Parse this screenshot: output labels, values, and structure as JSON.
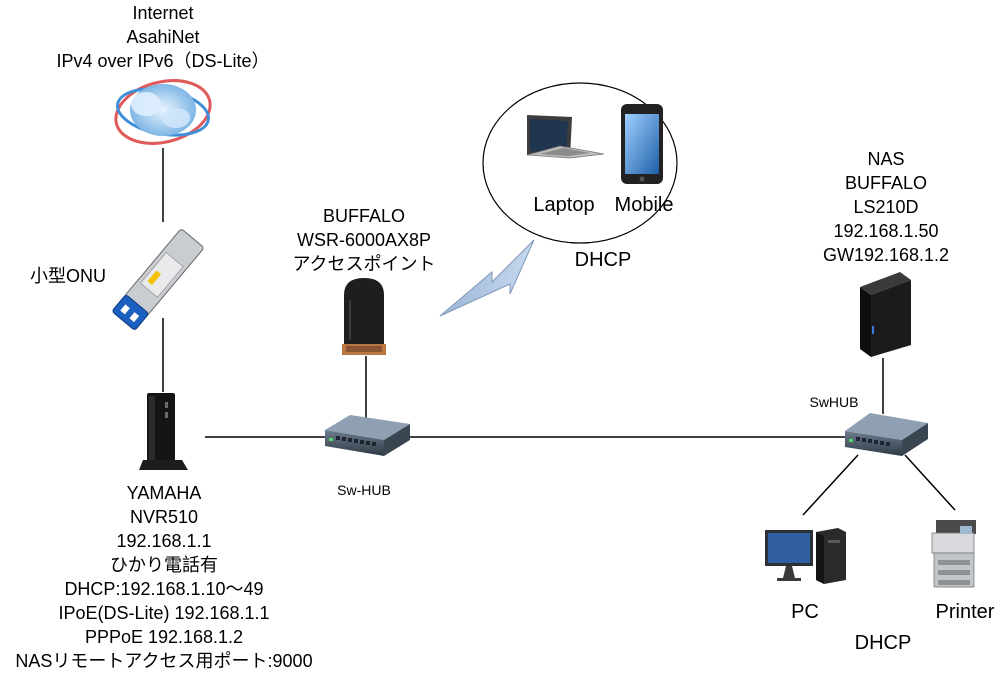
{
  "internet": {
    "lines": [
      "Internet",
      "AsahiNet",
      "IPv4 over IPv6（DS-Lite）"
    ],
    "icon": "cloud-globe-icon"
  },
  "onu": {
    "label": "小型ONU",
    "icon": "sfp-module-icon"
  },
  "router": {
    "lines": [
      "YAMAHA",
      "NVR510",
      "192.168.1.1",
      "ひかり電話有",
      "DHCP:192.168.1.10〜49",
      "IPoE(DS-Lite) 192.168.1.1",
      "PPPoE 192.168.1.2",
      "NASリモートアクセス用ポート:9000"
    ],
    "icon": "router-icon"
  },
  "access_point": {
    "lines": [
      "BUFFALO",
      "WSR-6000AX8P",
      "アクセスポイント"
    ],
    "icon": "wifi-router-icon"
  },
  "switch_left": {
    "label": "Sw-HUB",
    "icon": "network-switch-icon"
  },
  "wireless_group": {
    "devices": [
      {
        "label": "Laptop",
        "icon": "laptop-icon"
      },
      {
        "label": "Mobile",
        "icon": "smartphone-icon"
      }
    ],
    "dhcp_label": "DHCP",
    "link_icon": "wireless-lightning-icon"
  },
  "nas": {
    "lines": [
      "NAS",
      "BUFFALO",
      "LS210D",
      "192.168.1.50",
      "GW192.168.1.2"
    ],
    "icon": "nas-icon"
  },
  "switch_right": {
    "label": "SwHUB",
    "icon": "network-switch-icon"
  },
  "pc": {
    "label": "PC",
    "icon": "desktop-pc-icon"
  },
  "printer": {
    "label": "Printer",
    "icon": "printer-icon"
  },
  "wired_dhcp_label": "DHCP"
}
